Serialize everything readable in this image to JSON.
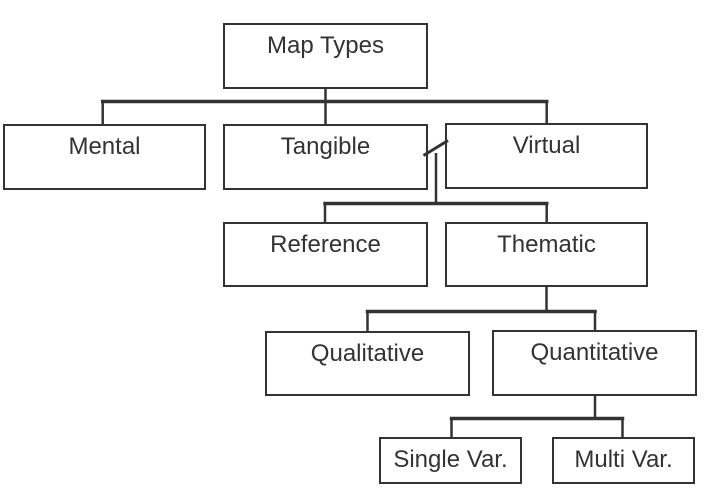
{
  "diagram": {
    "title": "Map Types classification tree",
    "nodes": {
      "map_types": {
        "label": "Map Types"
      },
      "mental": {
        "label": "Mental"
      },
      "tangible": {
        "label": "Tangible"
      },
      "virtual": {
        "label": "Virtual"
      },
      "reference": {
        "label": "Reference"
      },
      "thematic": {
        "label": "Thematic"
      },
      "qualitative": {
        "label": "Qualitative"
      },
      "quantitative": {
        "label": "Quantitative"
      },
      "single_var": {
        "label": "Single Var."
      },
      "multi_var": {
        "label": "Multi Var."
      }
    },
    "edges": [
      {
        "from": "map_types",
        "to": "mental"
      },
      {
        "from": "map_types",
        "to": "tangible"
      },
      {
        "from": "map_types",
        "to": "virtual"
      },
      {
        "from": "tangible & virtual",
        "to": "reference"
      },
      {
        "from": "tangible & virtual",
        "to": "thematic"
      },
      {
        "from": "thematic",
        "to": "qualitative"
      },
      {
        "from": "thematic",
        "to": "quantitative"
      },
      {
        "from": "quantitative",
        "to": "single_var"
      },
      {
        "from": "quantitative",
        "to": "multi_var"
      }
    ],
    "colors": {
      "line": "#333333",
      "text": "#333333",
      "box_fill": "#ffffff",
      "background": "#ffffff"
    }
  }
}
